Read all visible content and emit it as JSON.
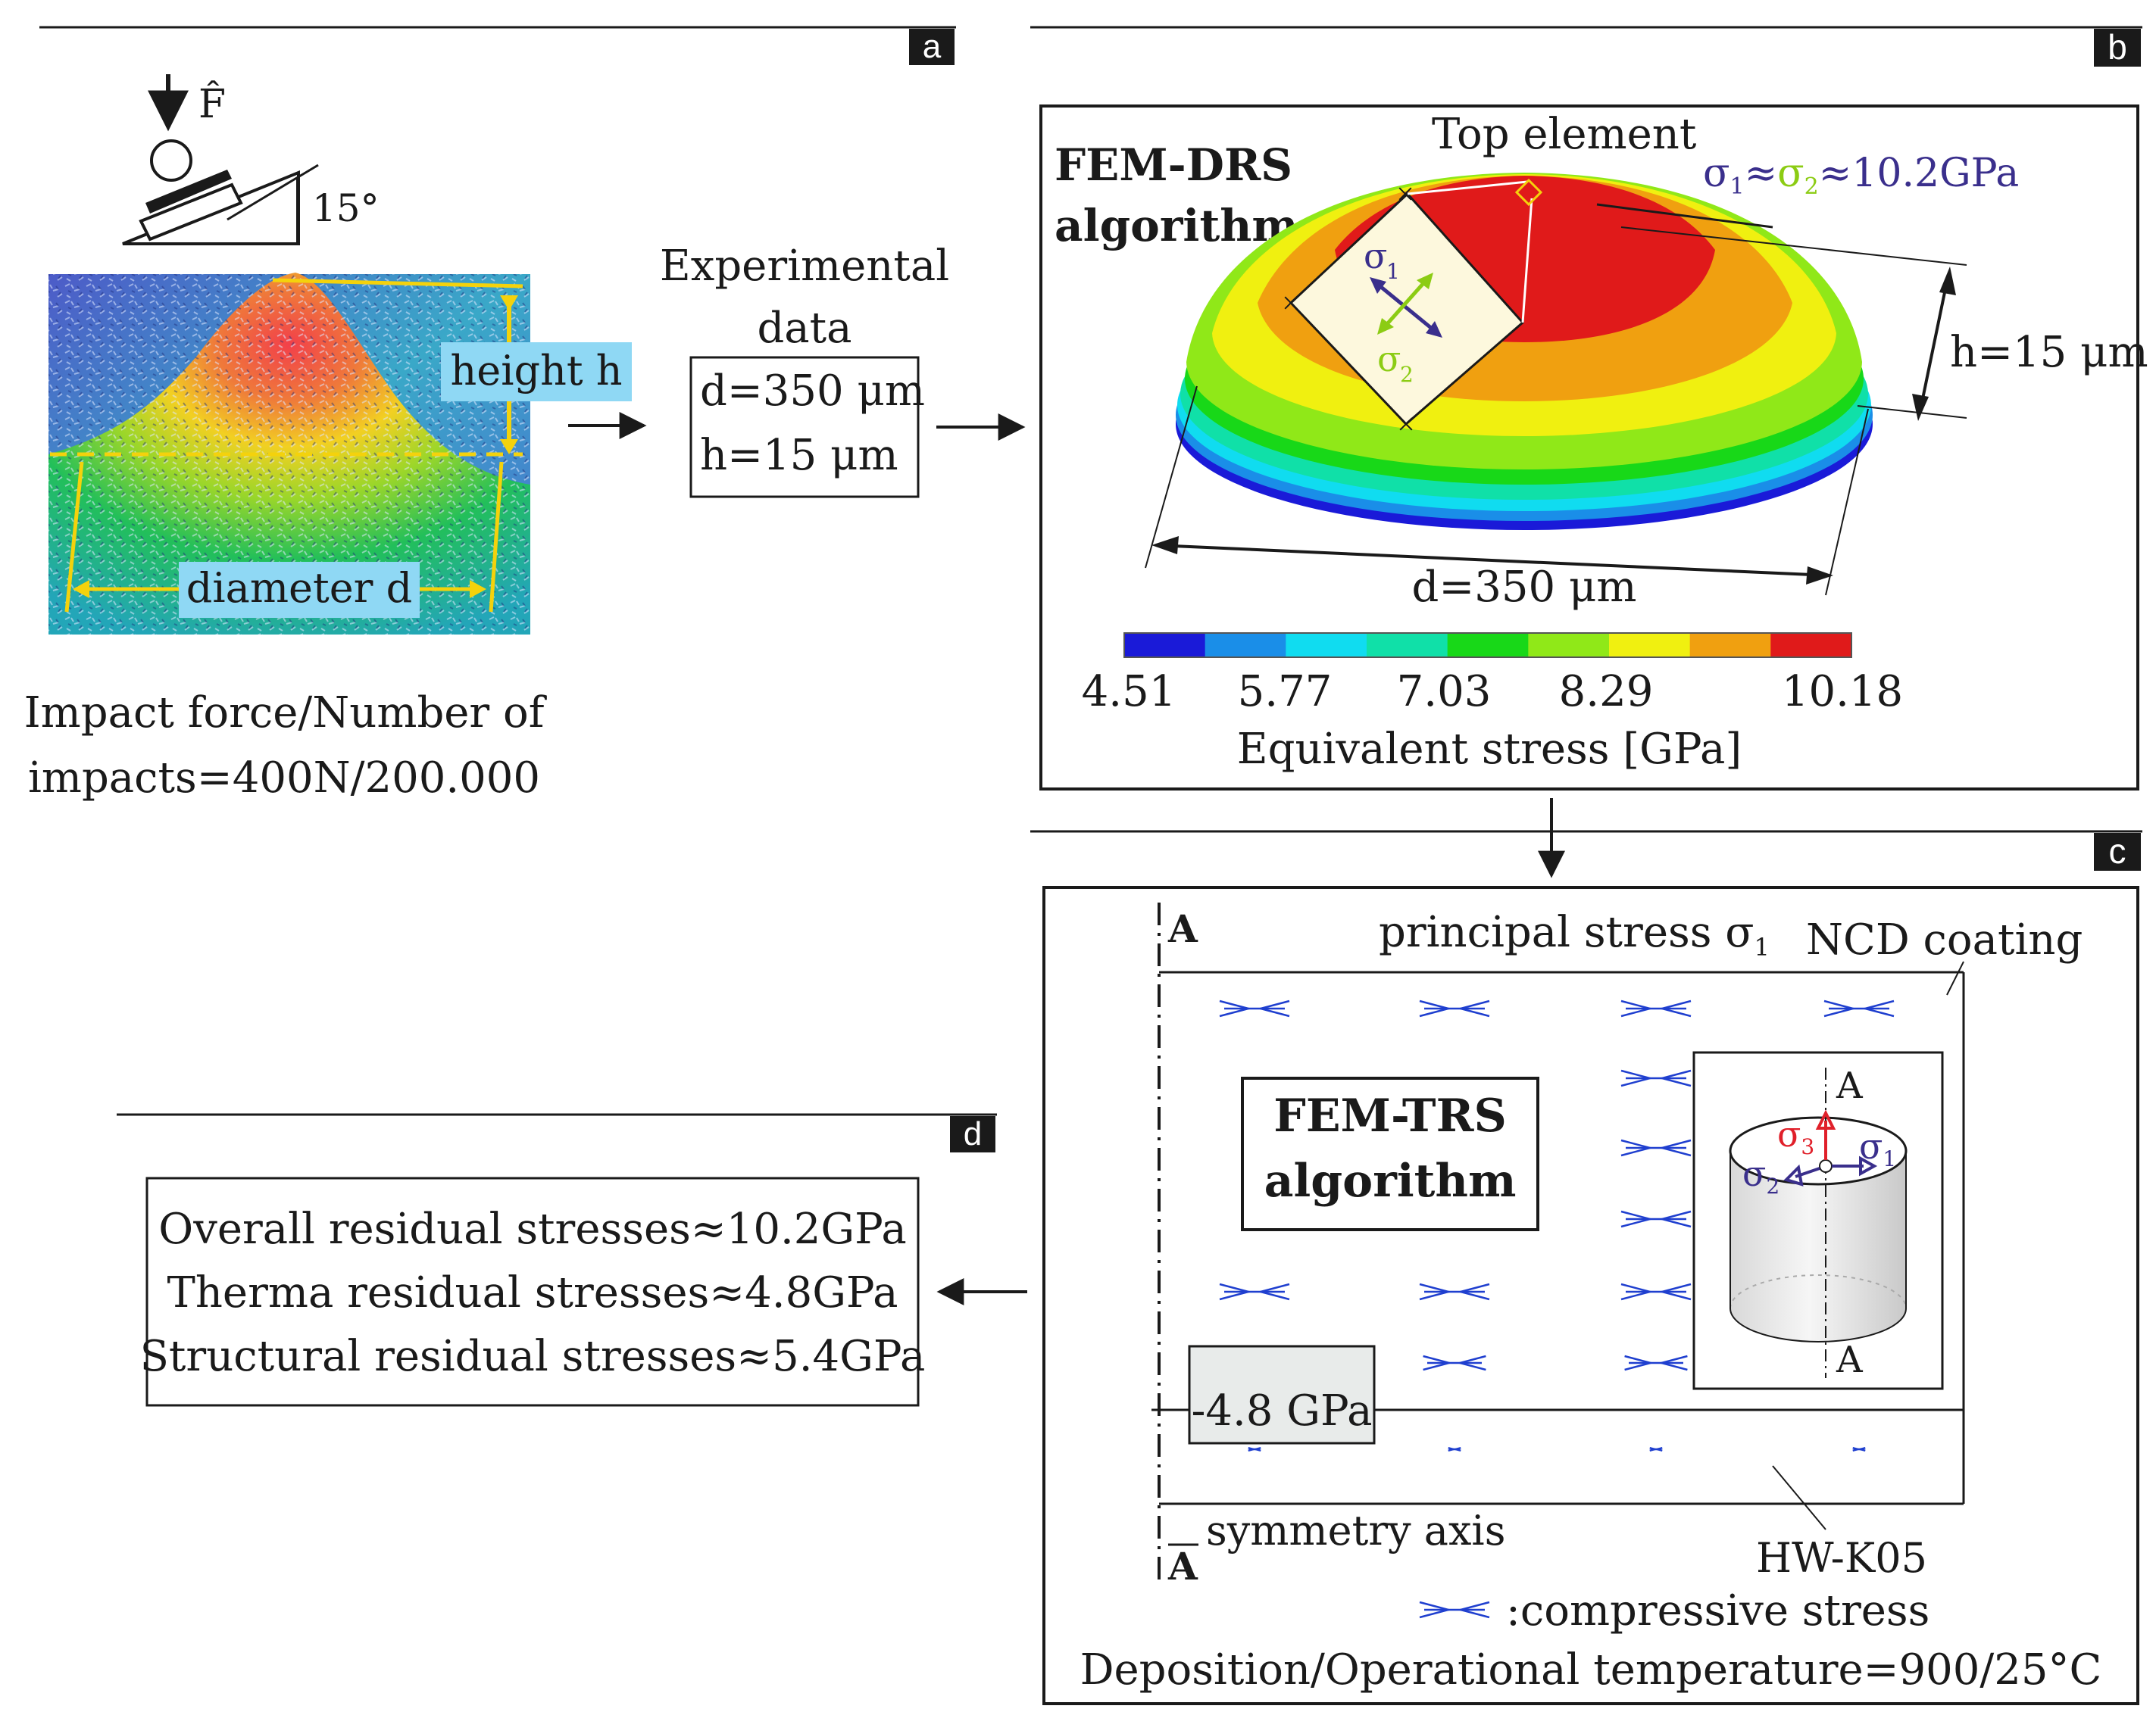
{
  "panels": {
    "a": {
      "letter": "a",
      "force_label": "F̂",
      "angle_label": "15°",
      "height_label": "height h",
      "diameter_label": "diameter d",
      "impact_line1": "Impact force/Number of",
      "impact_line2": "impacts=400N/200.000"
    },
    "experimental": {
      "title_line1": "Experimental",
      "title_line2": "data",
      "d_value": "d=350 μm",
      "h_value": "h=15 μm"
    },
    "b": {
      "letter": "b",
      "algorithm_line1": "FEM-DRS",
      "algorithm_line2": "algorithm",
      "top_element": "Top element",
      "sigma_eq": {
        "s1": "σ",
        "sub1": "1",
        "approx1": "≈",
        "s2": "σ",
        "sub2": "2",
        "rest": "≈10.2GPa"
      },
      "sigma1_label": "σ",
      "sigma1_sub": "1",
      "sigma2_label": "σ",
      "sigma2_sub": "2",
      "h_label": "h=15 μm",
      "d_label": "d=350 μm",
      "colorbar_ticks": [
        "4.51",
        "5.77",
        "7.03",
        "8.29",
        "10.18"
      ],
      "colorbar_title": "Equivalent stress [GPa]",
      "colorbar_colors": [
        "#1a1ad8",
        "#1a8ee8",
        "#10dcf0",
        "#10e0a8",
        "#18d818",
        "#90e818",
        "#f0f010",
        "#f0a010",
        "#e01a1a"
      ]
    },
    "c": {
      "letter": "c",
      "label_A_top": "A",
      "label_A_bottom": "A",
      "principal_stress": "principal stress σ",
      "principal_sub": "1",
      "ncd_coating": "NCD coating",
      "algorithm_line1": "FEM-TRS",
      "algorithm_line2": "algorithm",
      "inset_A_top": "A",
      "inset_A_bottom": "A",
      "inset_sigma1": "σ",
      "inset_sigma1_sub": "1",
      "inset_sigma2": "σ",
      "inset_sigma2_sub": "2",
      "inset_sigma3": "σ",
      "inset_sigma3_sub": "3",
      "value_box": "-4.8 GPa",
      "symmetry_axis": "symmetry axis",
      "substrate": "HW-K05",
      "legend_text": ":compressive stress",
      "temperature": "Deposition/Operational temperature=900/25°C",
      "stress_color": "#1f3fcf"
    },
    "d": {
      "letter": "d",
      "lines": [
        "Overall residual stresses≈10.2GPa",
        "Therma residual stresses≈4.8GPa",
        "Structural residual stresses≈5.4GPa"
      ]
    }
  },
  "colors": {
    "sigma1": "#3a2f8c",
    "sigma2": "#8ccc14",
    "sigma3": "#e0202a",
    "highlight": "#8fd8f4",
    "measure": "#f4d20c"
  }
}
